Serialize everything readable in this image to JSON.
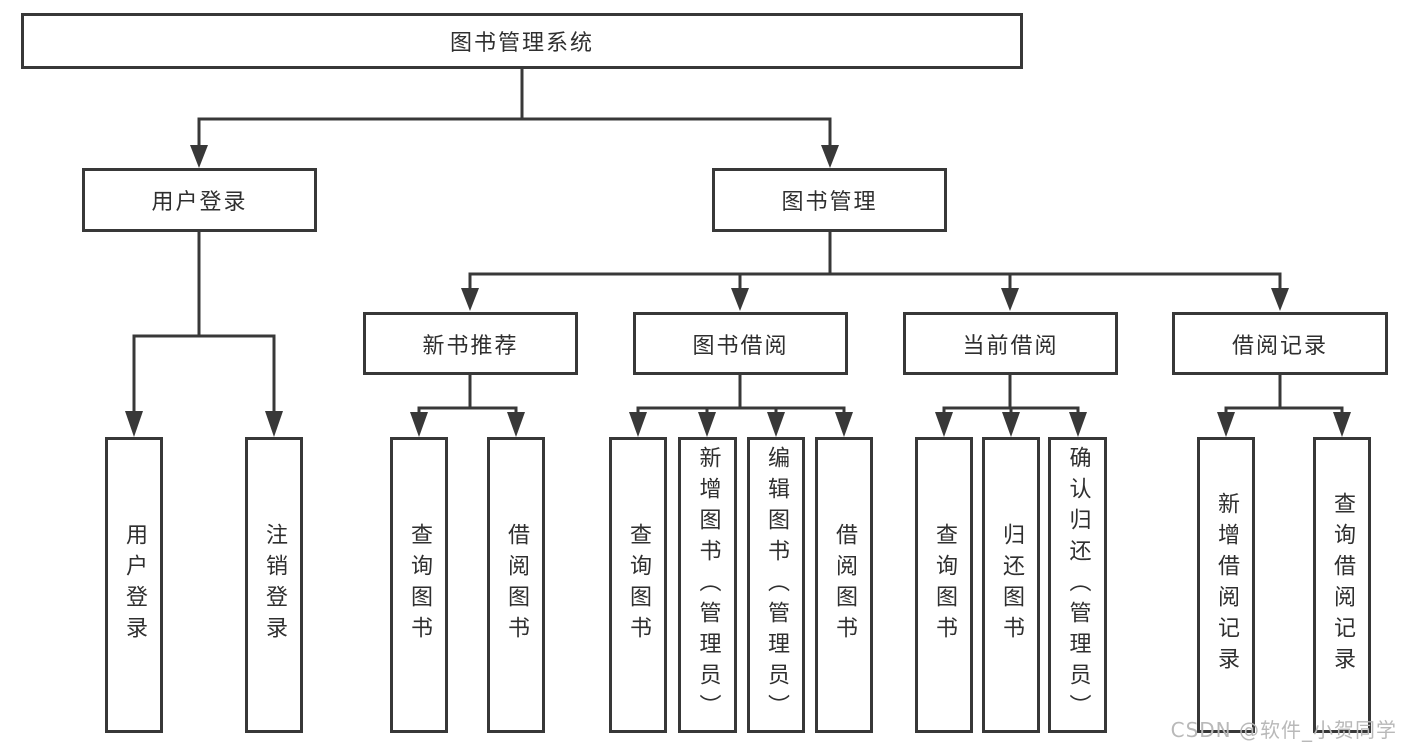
{
  "diagram": {
    "title_node": {
      "label": "图书管理系统"
    },
    "level2": {
      "user_login": {
        "label": "用户登录"
      },
      "book_mgmt": {
        "label": "图书管理"
      }
    },
    "level3": {
      "new_book_rec": {
        "label": "新书推荐"
      },
      "book_borrow": {
        "label": "图书借阅"
      },
      "current_borrow": {
        "label": "当前借阅"
      },
      "borrow_records": {
        "label": "借阅记录"
      }
    },
    "leaves": {
      "user_login_leaf": {
        "label": "用户登录"
      },
      "logout_leaf": {
        "label": "注销登录"
      },
      "nbr_query_books": {
        "label": "查询图书"
      },
      "nbr_borrow_books": {
        "label": "借阅图书"
      },
      "bb_query_books": {
        "label": "查询图书"
      },
      "bb_add_books": {
        "label": "新增图书（管理员）"
      },
      "bb_edit_books": {
        "label": "编辑图书（管理员）"
      },
      "bb_borrow_books": {
        "label": "借阅图书"
      },
      "cb_query_books": {
        "label": "查询图书"
      },
      "cb_return_books": {
        "label": "归还图书"
      },
      "cb_confirm_return": {
        "label": "确认归还（管理员）"
      },
      "br_add_record": {
        "label": "新增借阅记录"
      },
      "br_query_record": {
        "label": "查询借阅记录"
      }
    }
  },
  "watermark": {
    "text": "CSDN @软件_小贺同学"
  },
  "colors": {
    "line": "#383838",
    "box_border": "#383838",
    "text": "#2f2f2f",
    "watermark": "#b9b9b9",
    "background": "#ffffff"
  }
}
